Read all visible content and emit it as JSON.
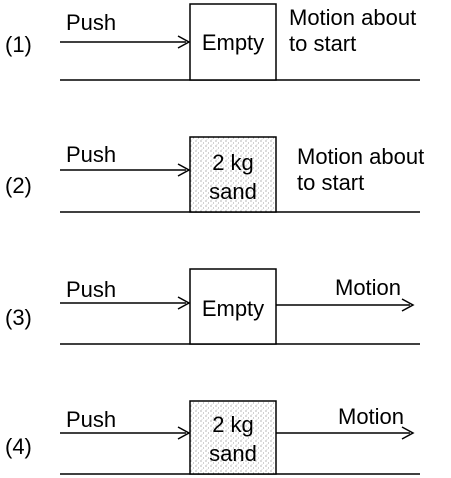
{
  "panels": [
    {
      "number": "(1)",
      "push": "Push",
      "box_lines": [
        "Empty"
      ],
      "sand": false,
      "note_lines": [
        "Motion about",
        "to start"
      ],
      "arrow_label": ""
    },
    {
      "number": "(2)",
      "push": "Push",
      "box_lines": [
        "2 kg",
        "sand"
      ],
      "sand": true,
      "note_lines": [
        "Motion about",
        "to start"
      ],
      "arrow_label": ""
    },
    {
      "number": "(3)",
      "push": "Push",
      "box_lines": [
        "Empty"
      ],
      "sand": false,
      "note_lines": [],
      "arrow_label": "Motion"
    },
    {
      "number": "(4)",
      "push": "Push",
      "box_lines": [
        "2 kg",
        "sand"
      ],
      "sand": true,
      "note_lines": [],
      "arrow_label": "Motion"
    }
  ]
}
